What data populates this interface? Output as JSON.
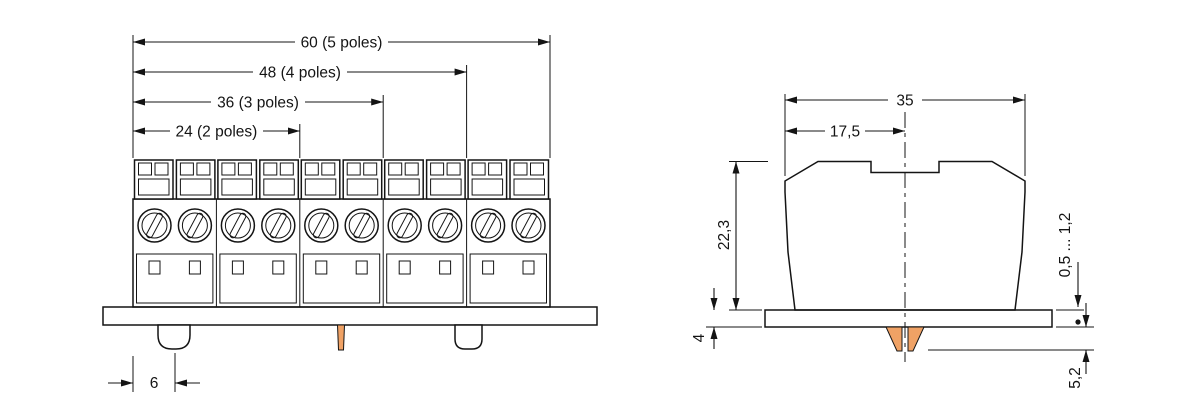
{
  "front_view": {
    "dim_60": "60 (5 poles)",
    "dim_48": "48 (4 poles)",
    "dim_36": "36 (3 poles)",
    "dim_24": "24 (2 poles)",
    "dim_6": "6"
  },
  "side_view": {
    "dim_35": "35",
    "dim_17_5": "17,5",
    "dim_22_3": "22,3",
    "dim_4": "4",
    "dim_panel_thickness": "0,5 ... 1,2",
    "dim_5_2": "5,2"
  },
  "colors": {
    "plate": "#bdd0d9",
    "foot_orange": "#f0a265",
    "line": "#141414",
    "background": "#ffffff"
  }
}
